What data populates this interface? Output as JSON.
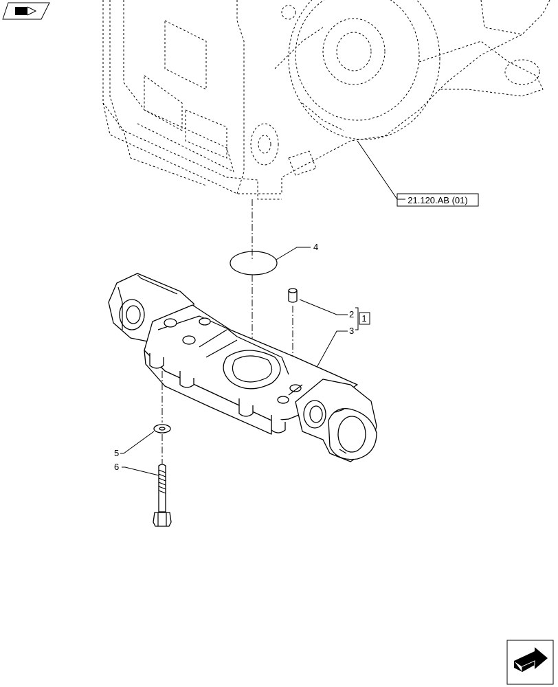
{
  "callouts": {
    "ref_link": "21.120.AB (01)",
    "item_4": "4",
    "item_2": "2",
    "item_3": "3",
    "group_1": "1",
    "item_5": "5",
    "item_6": "6"
  },
  "icons": {
    "top_left": "view-direction-icon",
    "bottom_right": "next-page-arrow-icon"
  }
}
